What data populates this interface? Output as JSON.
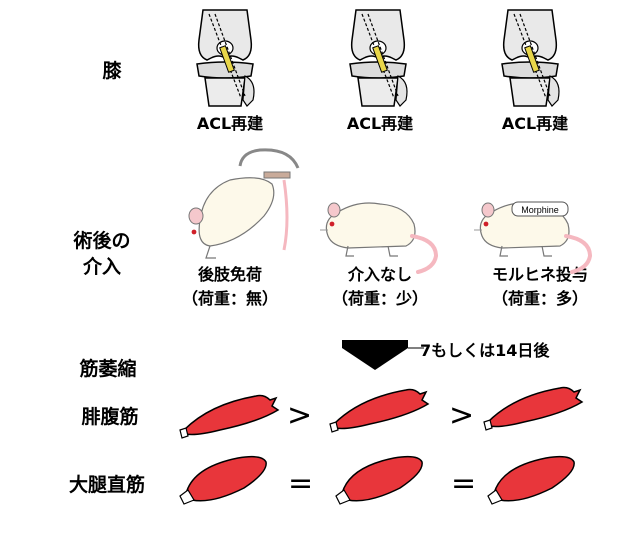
{
  "rows": {
    "knee": "膝",
    "intervention": "術後の\n介入",
    "atrophy": "筋萎縮",
    "gastrocnemius": "腓腹筋",
    "rectus_femoris": "大腿直筋"
  },
  "knee_caption": "ACL再建",
  "groups": [
    {
      "label": "後肢免荷",
      "load": "（荷重：無）"
    },
    {
      "label": "介入なし",
      "load": "（荷重：少）"
    },
    {
      "label": "モルヒネ投与",
      "load": "（荷重：多）"
    }
  ],
  "morphine_tag": "Morphine",
  "timeline": "7もしくは14日後",
  "comparisons": {
    "gastrocnemius": [
      ">",
      ">"
    ],
    "rectus_femoris": [
      "=",
      "="
    ]
  },
  "colors": {
    "muscle": "#e8363b",
    "rat": "#fdf9ea",
    "tail": "#f5b8c0",
    "bone": "#e0e0e0",
    "graft": "#e8d64a"
  }
}
